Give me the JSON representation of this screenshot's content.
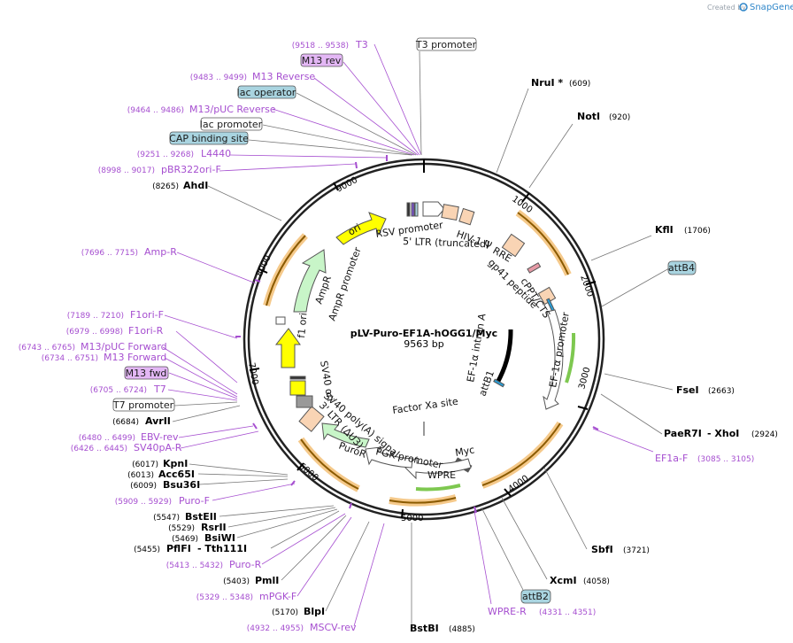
{
  "brand": {
    "created_by": "Created by",
    "name": "SnapGene"
  },
  "plasmid": {
    "name": "pLV-Puro-EF1A-hOGG1/Myc",
    "size": "9563 bp"
  },
  "ticks": [
    "1000",
    "2000",
    "3000",
    "4000",
    "5000",
    "6000",
    "7000",
    "8000",
    "9000"
  ],
  "sites_right": [
    {
      "name": "NruI *",
      "coord": "(609)"
    },
    {
      "name": "NotI",
      "coord": "(920)"
    },
    {
      "name": "KflI",
      "coord": "(1706)"
    },
    {
      "name": "FseI",
      "coord": "(2663)"
    },
    {
      "name": "PaeR7I",
      "name2": "- XhoI",
      "coord": "(2924)"
    },
    {
      "name": "SbfI",
      "coord": "(3721)"
    },
    {
      "name": "XcmI",
      "coord": "(4058)"
    },
    {
      "name": "BstBI",
      "coord": "(4885)"
    }
  ],
  "primers_right": [
    {
      "name": "EF1a-F",
      "coord": "(3085 .. 3105)"
    },
    {
      "name": "WPRE-R",
      "coord": "(4331 .. 4351)"
    }
  ],
  "boxes_right": [
    {
      "name": "attB4"
    },
    {
      "name": "attB2"
    }
  ],
  "left_labels": [
    {
      "kind": "primer",
      "coord": "(9518 .. 9538)",
      "name": "T3"
    },
    {
      "kind": "box",
      "name": "T3 promoter"
    },
    {
      "kind": "boxp",
      "name": "M13 rev"
    },
    {
      "kind": "primer",
      "coord": "(9483 .. 9499)",
      "name": "M13 Reverse"
    },
    {
      "kind": "boxb",
      "name": "lac operator"
    },
    {
      "kind": "primer",
      "coord": "(9464 .. 9486)",
      "name": "M13/pUC Reverse"
    },
    {
      "kind": "box",
      "name": "lac promoter"
    },
    {
      "kind": "boxb",
      "name": "CAP binding site"
    },
    {
      "kind": "primer",
      "coord": "(9251 .. 9268)",
      "name": "L4440"
    },
    {
      "kind": "primer",
      "coord": "(8998 .. 9017)",
      "name": "pBR322ori-F"
    },
    {
      "kind": "site",
      "coord": "(8265)",
      "name": "AhdI"
    },
    {
      "kind": "primer",
      "coord": "(7696 .. 7715)",
      "name": "Amp-R"
    },
    {
      "kind": "primer",
      "coord": "(7189 .. 7210)",
      "name": "F1ori-F"
    },
    {
      "kind": "primer",
      "coord": "(6979 .. 6998)",
      "name": "F1ori-R"
    },
    {
      "kind": "primer",
      "coord": "(6743 .. 6765)",
      "name": "M13/pUC Forward"
    },
    {
      "kind": "primer",
      "coord": "(6734 .. 6751)",
      "name": "M13 Forward"
    },
    {
      "kind": "boxp",
      "name": "M13 fwd"
    },
    {
      "kind": "primer",
      "coord": "(6705 .. 6724)",
      "name": "T7"
    },
    {
      "kind": "box",
      "name": "T7 promoter"
    },
    {
      "kind": "site",
      "coord": "(6684)",
      "name": "AvrII"
    },
    {
      "kind": "primer",
      "coord": "(6480 .. 6499)",
      "name": "EBV-rev"
    },
    {
      "kind": "primer",
      "coord": "(6426 .. 6445)",
      "name": "SV40pA-R"
    },
    {
      "kind": "site",
      "coord": "(6017)",
      "name": "KpnI"
    },
    {
      "kind": "site",
      "coord": "(6013)",
      "name": "Acc65I"
    },
    {
      "kind": "site",
      "coord": "(6009)",
      "name": "Bsu36I"
    },
    {
      "kind": "primer",
      "coord": "(5909 .. 5929)",
      "name": "Puro-F"
    },
    {
      "kind": "site",
      "coord": "(5547)",
      "name": "BstEII"
    },
    {
      "kind": "site",
      "coord": "(5529)",
      "name": "RsrII"
    },
    {
      "kind": "site",
      "coord": "(5469)",
      "name": "BsiWI"
    },
    {
      "kind": "site",
      "coord": "(5455)",
      "name": "PflFI",
      "name2": "- Tth111I"
    },
    {
      "kind": "primer",
      "coord": "(5413 .. 5432)",
      "name": "Puro-R"
    },
    {
      "kind": "site",
      "coord": "(5403)",
      "name": "PmlI"
    },
    {
      "kind": "primer",
      "coord": "(5329 .. 5348)",
      "name": "mPGK-F"
    },
    {
      "kind": "site",
      "coord": "(5170)",
      "name": "BlpI"
    },
    {
      "kind": "primer",
      "coord": "(4932 .. 4955)",
      "name": "MSCV-rev"
    }
  ],
  "features": {
    "rsv_promoter": "RSV promoter",
    "ltr5": "5' LTR (truncated)",
    "hiv_psi": "HIV-1 Ψ",
    "rre": "RRE",
    "gp41": "gp41 peptide",
    "cppt": "cPPT/CTS",
    "ef1a_promoter": "EF-1α promoter",
    "ef1a_intron": "EF-1α intron A",
    "attb1": "attB1",
    "factor_xa": "Factor Xa site",
    "myc": "Myc",
    "wpre": "WPRE",
    "pgk": "PGK promoter",
    "puror": "PuroR",
    "sv40_polya": "SV40 poly(A) signal",
    "ltr3": "3' LTR (ΔU3)",
    "sv40_ori": "SV40 ori",
    "f1_ori": "f1 ori",
    "ampr_promoter": "AmpR promoter",
    "ampr": "AmpR",
    "ori": "ori"
  },
  "colors": {
    "backbone": "#222222",
    "primer": "#a64fd0",
    "orange": "#f5b041",
    "green": "#7ec850",
    "yellow": "#ffff00",
    "peach": "#f9d4b4",
    "box_blue": "#a9d4e0",
    "box_purple": "#e3b7f5"
  }
}
